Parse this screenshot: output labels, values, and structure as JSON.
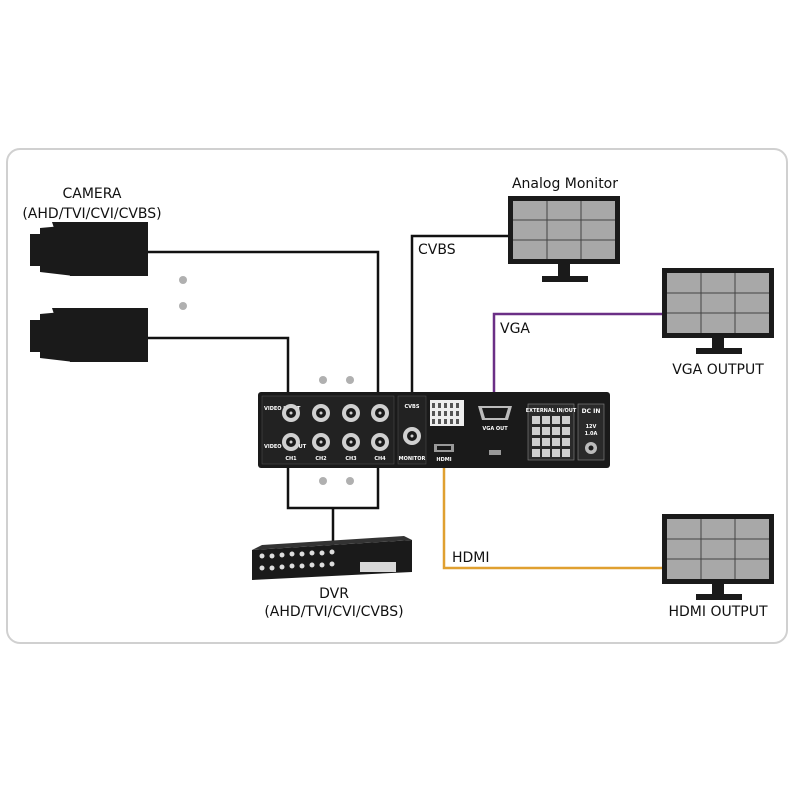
{
  "labels": {
    "camera_line1": "CAMERA",
    "camera_line2": "(AHD/TVI/CVI/CVBS)",
    "analog_monitor": "Analog Monitor",
    "cvbs": "CVBS",
    "vga": "VGA",
    "vga_output": "VGA OUTPUT",
    "hdmi": "HDMI",
    "hdmi_output": "HDMI OUTPUT",
    "dvr_line1": "DVR",
    "dvr_line2": "(AHD/TVI/CVI/CVBS)"
  },
  "device": {
    "video_input": "VIDEO INPUT",
    "video_output": "VIDEO OUTPUT",
    "ch1": "CH1",
    "ch2": "CH2",
    "ch3": "CH3",
    "ch4": "CH4",
    "cvbs": "CVBS",
    "monitor": "MONITOR",
    "hdmi": "HDMI",
    "vga_out": "VGA OUT",
    "external_inout": "EXTERNAL IN/OUT",
    "dc_in": "DC IN",
    "power_v": "12V",
    "power_a": "1.0A"
  },
  "colors": {
    "cable_black": "#111111",
    "cable_vga": "#6b2f86",
    "cable_hdmi": "#e0a030",
    "device_body": "#1a1a1a",
    "frame_border": "#d0d0d0"
  }
}
